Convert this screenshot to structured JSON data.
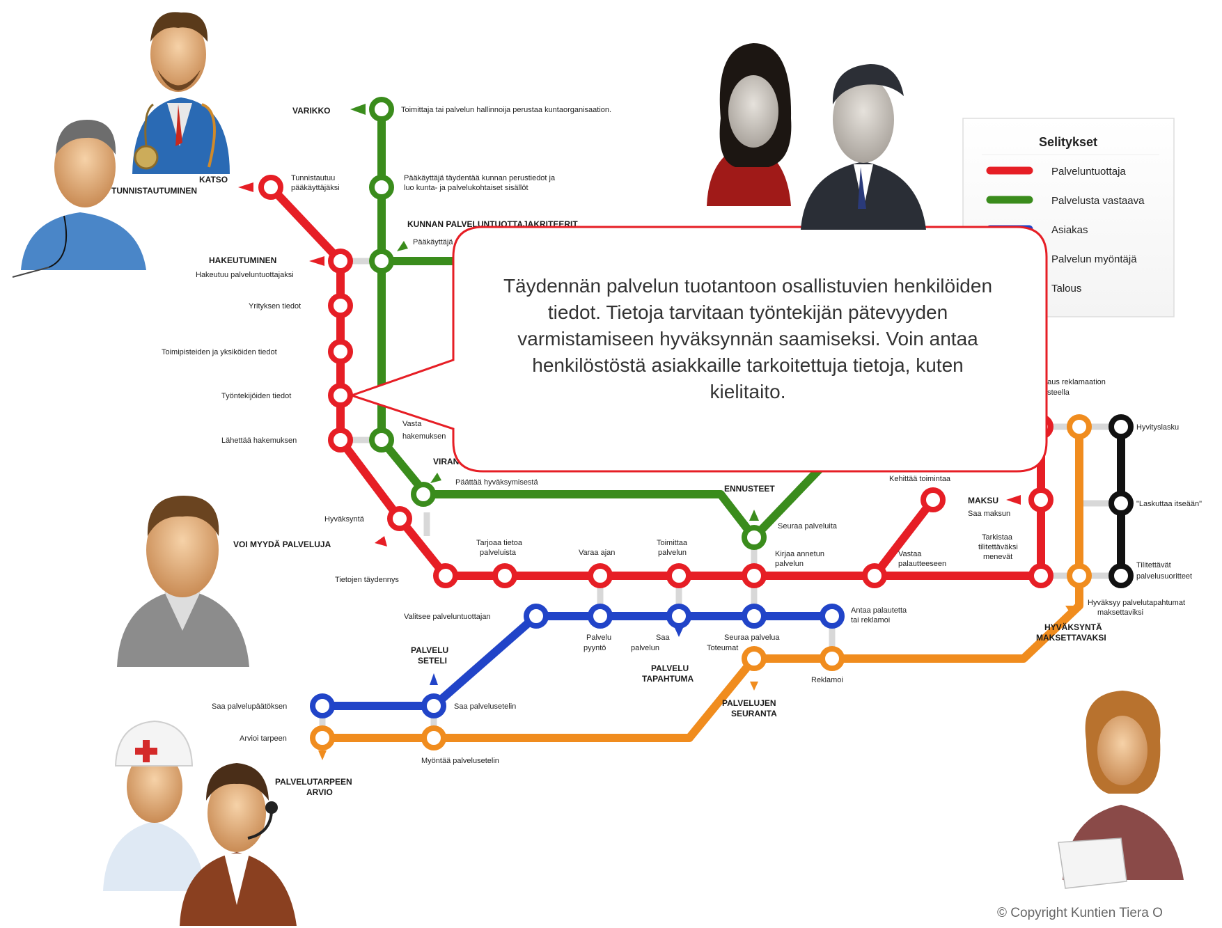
{
  "legend": {
    "title": "Selitykset",
    "items": [
      {
        "label": "Palveluntuottaja",
        "color": "#e61e25"
      },
      {
        "label": "Palvelusta vastaava",
        "color": "#3a8c1c"
      },
      {
        "label": "Asiakas",
        "color": "#2144c8"
      },
      {
        "label": "Palvelun myöntäjä",
        "color": "#f08c1e"
      },
      {
        "label": "Talous",
        "color": "#111111"
      }
    ]
  },
  "callout": {
    "text": "Täydennän palvelun tuotantoon osallistuvien henkilöiden\ntiedot. Tietoja  tarvitaan työntekijän pätevyyden\nvarmistamiseen hyväksynnän saamiseksi.  Voin antaa\nhenkilöstöstä asiakkaille tarkoitettuja tietoja, kuten\nkielitaito."
  },
  "copyright": "© Copyright Kuntien Tiera O",
  "sections": {
    "varikko": "VARIKKO",
    "katso": "KATSO",
    "tunnistautuminen": "TUNNISTAUTUMINEN",
    "hakeutuminen": "HAKEUTUMINEN",
    "kunnan": "KUNNAN PALVELUNTUOTTAJAKRITEERIT",
    "viran": "VIRAN",
    "voi_myyda": "VOI MYYDÄ PALVELUJA",
    "ennusteet": "ENNUSTEET",
    "maksu": "MAKSU",
    "palvelu_seteli_1": "PALVELU",
    "palvelu_seteli_2": "SETELI",
    "palvelu_tapahtuma_1": "PALVELU",
    "palvelu_tapahtuma_2": "TAPAHTUMA",
    "palvelujen_seuranta_1": "PALVELUJEN",
    "palvelujen_seuranta_2": "SEURANTA",
    "palvelutarpeen_1": "PALVELUTARPEEN",
    "palvelutarpeen_2": "ARVIO",
    "hyvaksynta_1": "HYVÄKSYNTÄ",
    "hyvaksynta_2": "MAKSETTAVAKSI"
  },
  "stations": {
    "toimittaja": "Toimittaja tai palvelun hallinnoija perustaa kuntaorganisaation.",
    "paakayttaja_1": "Pääkäyttäjä täydentää kunnan perustiedot ja",
    "paakayttaja_2": "luo kunta- ja palvelukohtaiset sisällöt",
    "paakayttaja_short": "Pääkäyttäjä",
    "tunnistautuu_1": "Tunnistautuu",
    "tunnistautuu_2": "pääkäyttäjäksi",
    "hakeutuu": "Hakeutuu palveluntuottajaksi",
    "yrityksen": "Yrityksen tiedot",
    "toimipisteiden": "Toimipisteiden ja yksiköiden tiedot",
    "tyontekijoiden": "Työntekijöiden tiedot",
    "lahettaa": "Lähettää hakemuksen",
    "vastaa_1": "Vasta",
    "vastaa_2": "hakemuksen",
    "paattaa": "Päättää hyväksymisestä",
    "hyvaksynta": "Hyväksyntä",
    "tietojen": "Tietojen täydennys",
    "tarjoaa_1": "Tarjoaa tietoa",
    "tarjoaa_2": "palveluista",
    "varaa": "Varaa ajan",
    "toimittaa_1": "Toimittaa",
    "toimittaa_2": "palvelun",
    "seuraa_palveluita": "Seuraa palveluita",
    "kirjaa_1": "Kirjaa annetun",
    "kirjaa_2": "palvelun",
    "vastaa_pal_1": "Vastaa",
    "vastaa_pal_2": "palautteeseen",
    "kehittaa": "Kehittää toimintaa",
    "saa_maksun": "Saa maksun",
    "tarkistaa_1": "Tarkistaa",
    "tarkistaa_2": "tilitettäväksi",
    "tarkistaa_3": "menevät",
    "hyvitys_1": "rjaus reklamaation",
    "hyvitys_2": "usteella",
    "hyvityslasku": "Hyvityslasku",
    "laskuttaa": "\"Laskuttaa itseään\"",
    "tilitettavat_1": "Tilitettävät",
    "tilitettavat_2": "palvelusuoritteet",
    "hyvaksyy_1": "Hyväksyy palvelutapahtumat",
    "hyvaksyy_2": "maksettaviksi",
    "valitsee": "Valitsee palveluntuottajan",
    "palvelu_pyynto_1": "Palvelu",
    "palvelu_pyynto_2": "pyyntö",
    "saa_palvelun_1": "Saa",
    "saa_palvelun_2": "palvelun",
    "seuraa_palvelua": "Seuraa palvelua",
    "toteumat": "Toteumat",
    "antaa_1": "Antaa palautetta",
    "antaa_2": "tai reklamoi",
    "reklamoi": "Reklamoi",
    "saa_paatoksen": "Saa palvelupäätöksen",
    "saa_setelin": "Saa palvelusetelin",
    "arvioi": "Arvioi tarpeen",
    "myontaa": "Myöntää palvelusetelin"
  }
}
